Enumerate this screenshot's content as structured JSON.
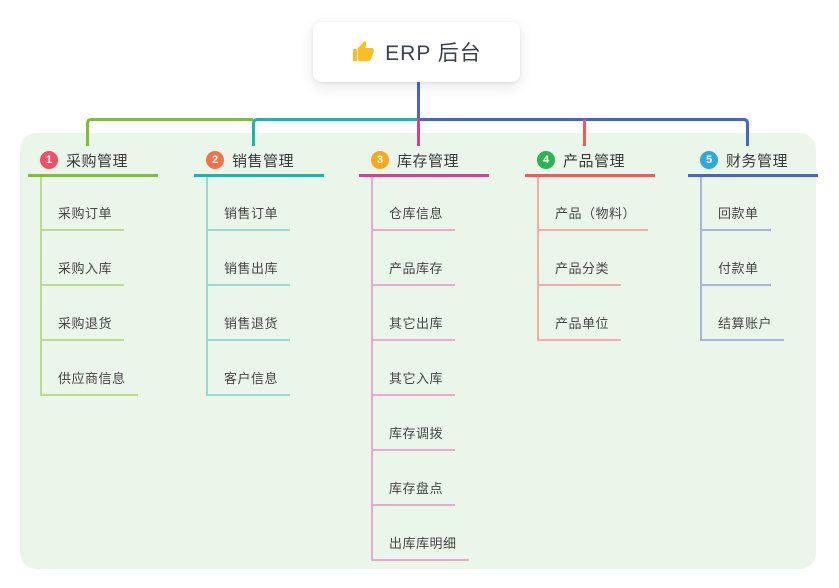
{
  "page": {
    "background": "#ffffff",
    "panel_color": "#ebf6ea"
  },
  "root": {
    "title": "ERP 后台",
    "icon": "thumbs-up-icon",
    "icon_color": "#f6bf26",
    "accent": "#4964c8"
  },
  "branches": [
    {
      "badge": "1",
      "label": "采购管理",
      "badge_color": "#ee5166",
      "line_color": "#82bc3e",
      "sub_line_color": "#b9dc8e",
      "items": [
        "采购订单",
        "采购入库",
        "采购退货",
        "供应商信息"
      ]
    },
    {
      "badge": "2",
      "label": "销售管理",
      "badge_color": "#f0734a",
      "line_color": "#1bb5ab",
      "sub_line_color": "#99d9d4",
      "items": [
        "销售订单",
        "销售出库",
        "销售退货",
        "客户信息"
      ]
    },
    {
      "badge": "3",
      "label": "库存管理",
      "badge_color": "#f7a81f",
      "line_color": "#d6418f",
      "sub_line_color": "#eda9cc",
      "items": [
        "仓库信息",
        "产品库存",
        "其它出库",
        "其它入库",
        "库存调拨",
        "库存盘点",
        "出库库明细"
      ]
    },
    {
      "badge": "4",
      "label": "产品管理",
      "badge_color": "#2fb156",
      "line_color": "#f05a5a",
      "sub_line_color": "#f7abab",
      "items": [
        "产品（物料）",
        "产品分类",
        "产品单位"
      ]
    },
    {
      "badge": "5",
      "label": "财务管理",
      "badge_color": "#2fa8dc",
      "line_color": "#4964c8",
      "sub_line_color": "#a6b4e2",
      "items": [
        "回款单",
        "付款单",
        "结算账户"
      ]
    }
  ]
}
